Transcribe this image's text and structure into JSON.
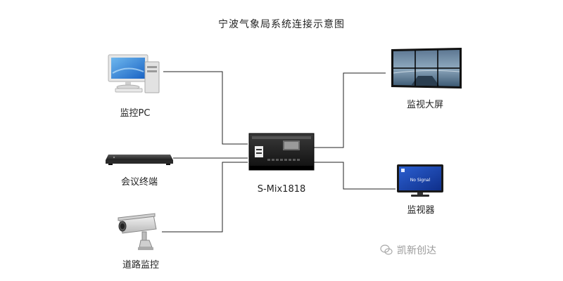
{
  "title": "宁波气象局系统连接示意图",
  "devices": {
    "pc": "监控PC",
    "conference": "会议终端",
    "road_monitor": "道路监控",
    "switcher": "S-Mix1818",
    "video_wall": "监视大屏",
    "monitor": "监视器"
  },
  "monitor_screen_text": "No Signal",
  "watermark": "凯新创达"
}
